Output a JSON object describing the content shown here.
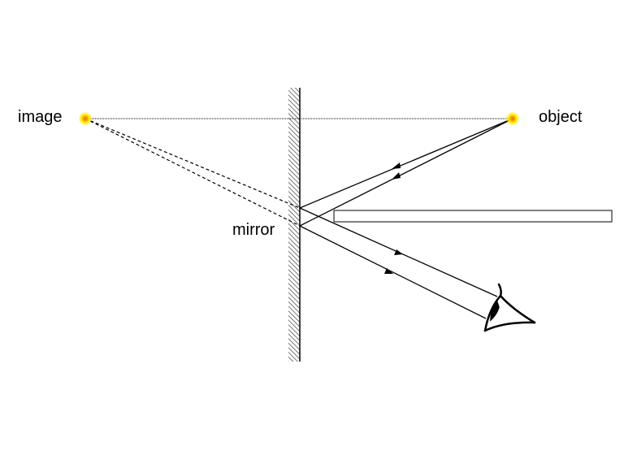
{
  "labels": {
    "image": "image",
    "object": "object",
    "mirror": "mirror"
  },
  "colors": {
    "point_glow": "#ffee00",
    "point_core": "#e8751a",
    "lines": "#000000"
  },
  "icons": [
    "eye-icon"
  ]
}
